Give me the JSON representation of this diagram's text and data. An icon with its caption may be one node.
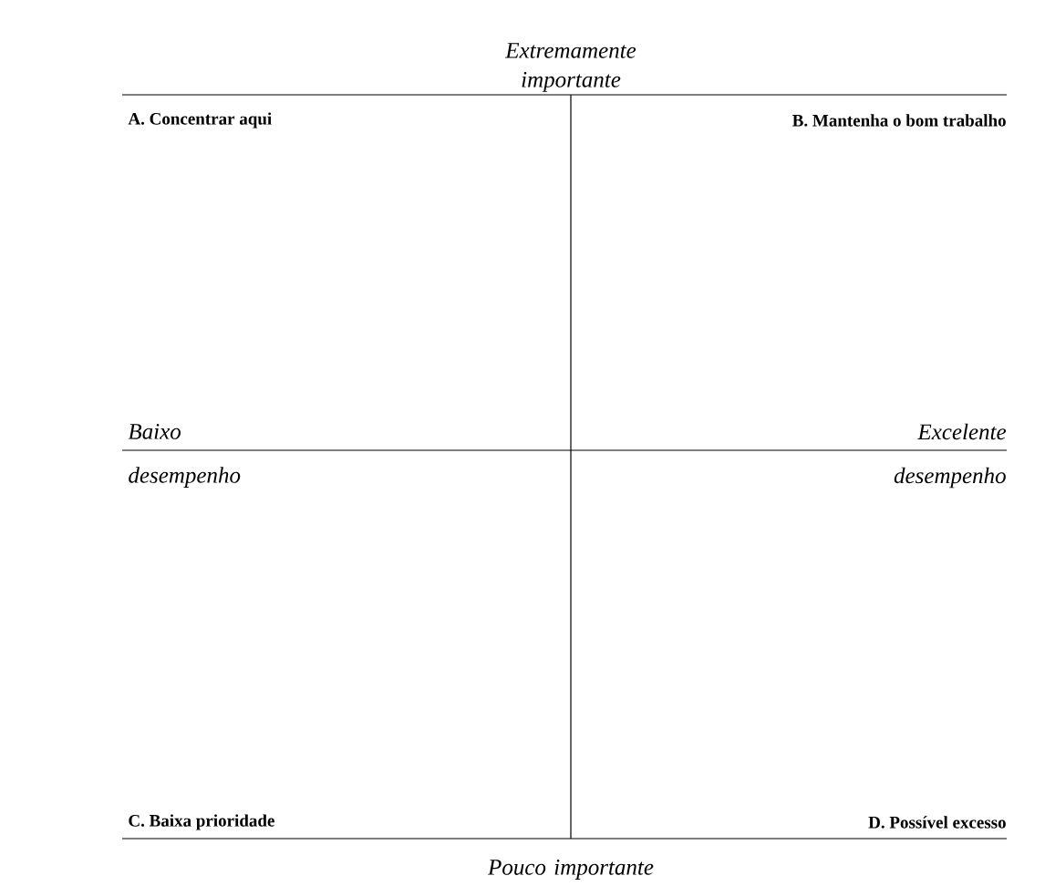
{
  "diagram": {
    "labels": [
      "Extremamente importante",
      "A. Concentrar aqui",
      "B. Mantenha o bom trabalho",
      "Baixo desempenho",
      "Excelente desempenho",
      "C. Baixa prioridade",
      "D. Possível excesso",
      "Pouco importante"
    ]
  }
}
